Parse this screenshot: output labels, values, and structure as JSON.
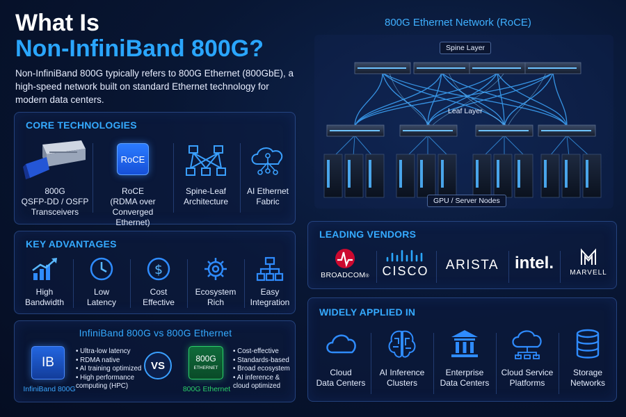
{
  "header": {
    "title_line1": "What Is",
    "title_line2": "Non-InfiniBand 800G?",
    "intro": "Non-InfiniBand 800G typically refers to 800G Ethernet (800GbE), a high-speed network built on standard Ethernet technology for modern data centers."
  },
  "core": {
    "title": "CORE TECHNOLOGIES",
    "items": [
      {
        "icon": "transceiver-icon",
        "label": "800G\nQSFP-DD / OSFP\nTransceivers"
      },
      {
        "icon": "roce-chip-icon",
        "chip": "RoCE",
        "label": "RoCE\n(RDMA over\nConverged Ethernet)"
      },
      {
        "icon": "spine-leaf-icon",
        "label": "Spine-Leaf\nArchitecture"
      },
      {
        "icon": "cloud-network-icon",
        "label": "AI Ethernet\nFabric"
      }
    ]
  },
  "advantages": {
    "title": "KEY ADVANTAGES",
    "items": [
      {
        "icon": "bar-chart-up-icon",
        "label": "High\nBandwidth"
      },
      {
        "icon": "clock-icon",
        "label": "Low\nLatency"
      },
      {
        "icon": "dollar-coin-icon",
        "label": "Cost\nEffective"
      },
      {
        "icon": "gear-icon",
        "label": "Ecosystem\nRich"
      },
      {
        "icon": "hierarchy-icon",
        "label": "Easy\nIntegration"
      }
    ]
  },
  "compare": {
    "title": "InfiniBand 800G vs 800G Ethernet",
    "ib_chip": "IB",
    "ib_name": "InfiniBand 800G",
    "ib_points": [
      "Ultra-low latency",
      "RDMA native",
      "AI training optimized",
      "High performance\ncomputing (HPC)"
    ],
    "vs": "VS",
    "eth_chip_top": "800G",
    "eth_chip_bottom": "ETHERNET",
    "eth_name": "800G Ethernet",
    "eth_points": [
      "Cost-effective",
      "Standards-based",
      "Broad ecosystem",
      "AI inference &\ncloud optimized"
    ]
  },
  "network": {
    "title": "800G Ethernet Network (RoCE)",
    "spine_label": "Spine Layer",
    "leaf_label": "Leaf Layer",
    "nodes_label": "GPU / Server Nodes"
  },
  "vendors": {
    "title": "LEADING VENDORS",
    "items": [
      {
        "icon": "broadcom-logo-icon",
        "name": "BROADCOM",
        "suffix": "®"
      },
      {
        "icon": "cisco-logo-icon",
        "name": "CISCO"
      },
      {
        "icon": "arista-logo-icon",
        "name": "ARISTA"
      },
      {
        "icon": "intel-logo-icon",
        "name": "intel."
      },
      {
        "icon": "marvell-logo-icon",
        "name": "MARVELL"
      }
    ]
  },
  "applied": {
    "title": "WIDELY APPLIED IN",
    "items": [
      {
        "icon": "cloud-icon",
        "label": "Cloud\nData Centers"
      },
      {
        "icon": "brain-chip-icon",
        "label": "AI Inference\nClusters"
      },
      {
        "icon": "enterprise-building-icon",
        "label": "Enterprise\nData Centers"
      },
      {
        "icon": "cloud-service-icon",
        "label": "Cloud Service\nPlatforms"
      },
      {
        "icon": "database-icon",
        "label": "Storage\nNetworks"
      }
    ]
  },
  "colors": {
    "accent": "#2aa6ff",
    "ib_green": "#2bd26a",
    "broadcom_red": "#cc092f",
    "panel_border": "#4678d2"
  }
}
